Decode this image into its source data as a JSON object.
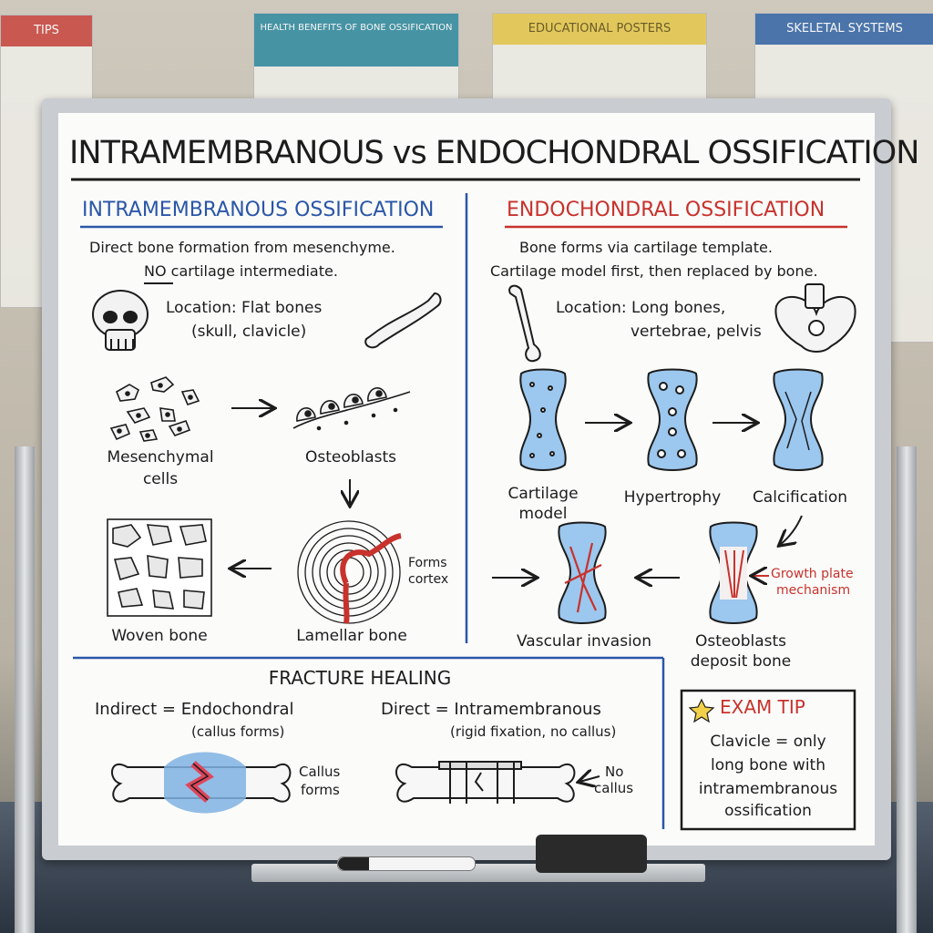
{
  "background_posters": [
    {
      "title": "TIPS",
      "color": "#c9453f"
    },
    {
      "title": "HEALTH BENEFITS OF BONE OSSIFICATION",
      "color": "#2f8aa0"
    },
    {
      "title": "EDUCATIONAL POSTERS",
      "color": "#e6c84c"
    },
    {
      "title": "SKELETAL SYSTEMS",
      "color": "#3466a8"
    }
  ],
  "board": {
    "title": "INTRAMEMBRANOUS vs ENDOCHONDRAL OSSIFICATION",
    "left": {
      "heading": "INTRAMEMBRANOUS OSSIFICATION",
      "line1": "Direct bone formation from mesenchyme.",
      "line2_no": "NO",
      "line2_rest": " cartilage intermediate.",
      "location_line1": "Location: Flat bones",
      "location_line2": "(skull, clavicle)",
      "stages": {
        "mesenchymal_1": "Mesenchymal",
        "mesenchymal_2": "cells",
        "osteoblasts": "Osteoblasts",
        "woven": "Woven bone",
        "lamellar": "Lamellar bone",
        "forms_1": "Forms",
        "forms_2": "cortex"
      }
    },
    "right": {
      "heading": "ENDOCHONDRAL OSSIFICATION",
      "line1": "Bone forms via cartilage template.",
      "line2": "Cartilage model first, then replaced by bone.",
      "location_line1": "Location: Long bones,",
      "location_line2": "vertebrae, pelvis",
      "stages": {
        "cartilage_1": "Cartilage",
        "cartilage_2": "model",
        "hypertrophy": "Hypertrophy",
        "calcification": "Calcification",
        "vascular": "Vascular invasion",
        "deposit_1": "Osteoblasts",
        "deposit_2": "deposit bone",
        "growth_1": "Growth plate",
        "growth_2": "mechanism"
      }
    },
    "fracture": {
      "heading": "FRACTURE HEALING",
      "indirect": "Indirect = Endochondral",
      "indirect_note": "(callus forms)",
      "direct": "Direct = Intramembranous",
      "direct_note": "(rigid fixation, no callus)",
      "callus_1": "Callus",
      "callus_2": "forms",
      "nocallus_1": "No",
      "nocallus_2": "callus"
    },
    "exam_tip": {
      "heading": "EXAM TIP",
      "line1": "Clavicle = only",
      "line2": "long bone with",
      "line3": "intramembranous",
      "line4": "ossification"
    }
  },
  "colors": {
    "blue": "#2a56a8",
    "red": "#c8322c",
    "cartilage": "#9cc7ee"
  }
}
